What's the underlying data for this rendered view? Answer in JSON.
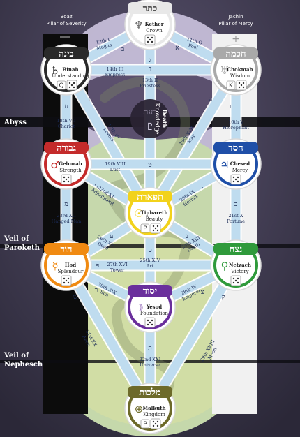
{
  "pillars": {
    "left_title": "Boaz",
    "left_sub": "Pillar of Severity",
    "left_symbol": "—",
    "right_title": "Jachin",
    "right_sub": "Pillar of Mercy",
    "right_symbol": "+"
  },
  "veils": {
    "abyss": "Abyss",
    "paroketh_1": "Veil of",
    "paroketh_2": "Paroketh",
    "nephesch_1": "Veil of",
    "nephesch_2": "Nephesch"
  },
  "sephiroth": [
    {
      "id": "kether",
      "hebrew": "כתר",
      "name": "Kether",
      "meaning": "Crown",
      "symbol": "♆",
      "ring": "#e8e8e8",
      "badge": ""
    },
    {
      "id": "chokmah",
      "hebrew": "חכמה",
      "name": "Chokmah",
      "meaning": "Wisdom",
      "symbol": "♅",
      "ring": "#a9a9a9",
      "badge": "K"
    },
    {
      "id": "binah",
      "hebrew": "בינה",
      "name": "Binah",
      "meaning": "Understanding",
      "symbol": "♄",
      "ring": "#2a2a2a",
      "badge": "Q"
    },
    {
      "id": "daath",
      "hebrew": "דעת",
      "name": "Death",
      "meaning": "Knowledge",
      "symbol": "♇",
      "ring": "#2a2a2a",
      "badge": ""
    },
    {
      "id": "chesed",
      "hebrew": "חסד",
      "name": "Chesed",
      "meaning": "Mercy",
      "symbol": "♃",
      "ring": "#1f4fa8",
      "badge": ""
    },
    {
      "id": "geburah",
      "hebrew": "גבורה",
      "name": "Geburah",
      "meaning": "Strength",
      "symbol": "♂",
      "ring": "#c42b2b",
      "badge": ""
    },
    {
      "id": "tiphareth",
      "hebrew": "תפארת",
      "name": "Tiphareth",
      "meaning": "Beauty",
      "symbol": "☉",
      "ring": "#f2d21b",
      "badge": "P"
    },
    {
      "id": "netzach",
      "hebrew": "נצח",
      "name": "Netzach",
      "meaning": "Victory",
      "symbol": "♀",
      "ring": "#2f9a3b",
      "badge": ""
    },
    {
      "id": "hod",
      "hebrew": "הוד",
      "name": "Hod",
      "meaning": "Splendour",
      "symbol": "☿",
      "ring": "#f08a12",
      "badge": ""
    },
    {
      "id": "yesod",
      "hebrew": "יסוד",
      "name": "Yesod",
      "meaning": "Foundation",
      "symbol": "☽",
      "ring": "#6a2f9c",
      "badge": ""
    },
    {
      "id": "malkuth",
      "hebrew": "מלכות",
      "name": "Malkuth",
      "meaning": "Kingdom",
      "symbol": "⊕",
      "ring": "#6d6a2a",
      "badge": "P"
    }
  ],
  "paths": [
    {
      "id": "p12",
      "num": "12th",
      "roman": "I",
      "name": "Magus",
      "letter": "ב"
    },
    {
      "id": "p11",
      "num": "11th",
      "roman": "O",
      "name": "Fool",
      "letter": "א"
    },
    {
      "id": "p13",
      "num": "13th",
      "roman": "II",
      "name": "Priestess",
      "letter": "ג"
    },
    {
      "id": "p14",
      "num": "14th",
      "roman": "III",
      "name": "Empress",
      "letter": "ד"
    },
    {
      "id": "p15",
      "num": "15th",
      "roman": "XVII",
      "name": "Star",
      "letter": "ה"
    },
    {
      "id": "p16",
      "num": "16th",
      "roman": "V",
      "name": "Hierophant",
      "letter": "ו"
    },
    {
      "id": "p17",
      "num": "17th",
      "roman": "VI",
      "name": "Lovers",
      "letter": "ז"
    },
    {
      "id": "p18",
      "num": "18th",
      "roman": "VII",
      "name": "Chariot",
      "letter": "ח"
    },
    {
      "id": "p19",
      "num": "19th",
      "roman": "VIII",
      "name": "Lust",
      "letter": "ט"
    },
    {
      "id": "p20",
      "num": "20th",
      "roman": "IX",
      "name": "Hermit",
      "letter": "י"
    },
    {
      "id": "p21",
      "num": "21st",
      "roman": "X",
      "name": "Fortune",
      "letter": "כ"
    },
    {
      "id": "p22",
      "num": "22nd",
      "roman": "XI",
      "name": "Adjustment",
      "letter": "ל"
    },
    {
      "id": "p23",
      "num": "23rd",
      "roman": "XII",
      "name": "Hanged Man",
      "letter": "מ"
    },
    {
      "id": "p24",
      "num": "24th",
      "roman": "XIII",
      "name": "Death",
      "letter": "נ"
    },
    {
      "id": "p25",
      "num": "25th",
      "roman": "XIV",
      "name": "Art",
      "letter": "ס"
    },
    {
      "id": "p26",
      "num": "26th",
      "roman": "XV",
      "name": "Devil",
      "letter": "ע"
    },
    {
      "id": "p27",
      "num": "27th",
      "roman": "XVI",
      "name": "Tower",
      "letter": "פ"
    },
    {
      "id": "p28",
      "num": "28th",
      "roman": "IV",
      "name": "Emperor",
      "letter": "צ"
    },
    {
      "id": "p29",
      "num": "29th",
      "roman": "XVIII",
      "name": "Moon",
      "letter": "ק"
    },
    {
      "id": "p30",
      "num": "30th",
      "roman": "XIX",
      "name": "Sun",
      "letter": "ר"
    },
    {
      "id": "p31",
      "num": "31st",
      "roman": "XX",
      "name": "Aeon",
      "letter": "ש"
    },
    {
      "id": "p32",
      "num": "32nd",
      "roman": "XXI",
      "name": "Universe",
      "letter": "ת"
    }
  ]
}
